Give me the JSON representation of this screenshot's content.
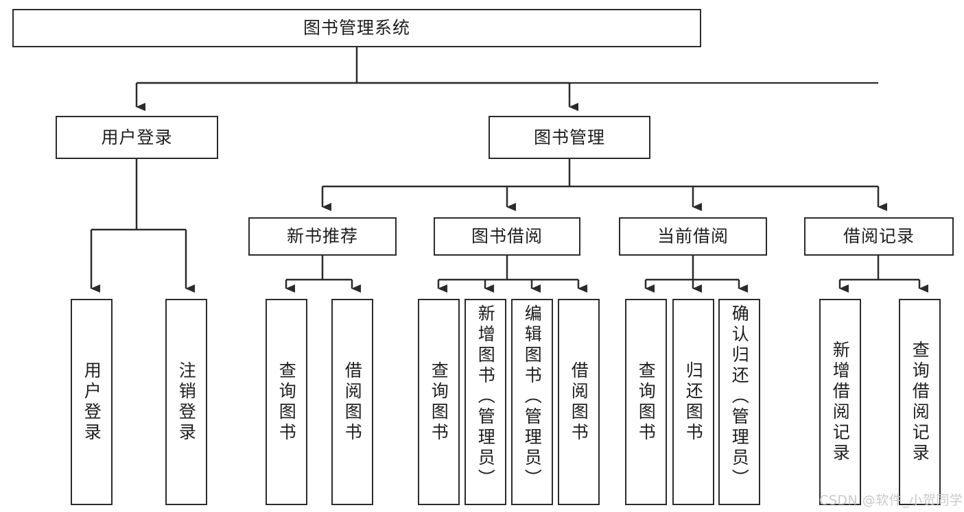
{
  "diagram": {
    "type": "tree",
    "title": "图书管理系统",
    "root": {
      "id": "root",
      "label": "图书管理系统"
    },
    "level2": [
      {
        "id": "user-login",
        "label": "用户登录"
      },
      {
        "id": "book-manage",
        "label": "图书管理"
      }
    ],
    "level3": [
      {
        "id": "new-book-recommend",
        "label": "新书推荐",
        "parent": "book-manage"
      },
      {
        "id": "book-borrow",
        "label": "图书借阅",
        "parent": "book-manage"
      },
      {
        "id": "current-borrow",
        "label": "当前借阅",
        "parent": "book-manage"
      },
      {
        "id": "borrow-record",
        "label": "借阅记录",
        "parent": "book-manage"
      }
    ],
    "leaves": [
      {
        "id": "leaf-user-login",
        "label": "用户登录",
        "parent": "user-login"
      },
      {
        "id": "leaf-logout-login",
        "label": "注销登录",
        "parent": "user-login"
      },
      {
        "id": "leaf-query-book-1",
        "label": "查询图书",
        "parent": "new-book-recommend"
      },
      {
        "id": "leaf-borrow-book-1",
        "label": "借阅图书",
        "parent": "new-book-recommend"
      },
      {
        "id": "leaf-query-book-2",
        "label": "查询图书",
        "parent": "book-borrow"
      },
      {
        "id": "leaf-add-book",
        "label": "新增图书（管理员）",
        "parent": "book-borrow"
      },
      {
        "id": "leaf-edit-book",
        "label": "编辑图书（管理员）",
        "parent": "book-borrow"
      },
      {
        "id": "leaf-borrow-book-2",
        "label": "借阅图书",
        "parent": "book-borrow"
      },
      {
        "id": "leaf-query-book-3",
        "label": "查询图书",
        "parent": "current-borrow"
      },
      {
        "id": "leaf-return-book",
        "label": "归还图书",
        "parent": "current-borrow"
      },
      {
        "id": "leaf-confirm-return",
        "label": "确认归还（管理员）",
        "parent": "current-borrow"
      },
      {
        "id": "leaf-add-record",
        "label": "新增借阅记录",
        "parent": "borrow-record"
      },
      {
        "id": "leaf-query-record",
        "label": "查询借阅记录",
        "parent": "borrow-record"
      }
    ],
    "colors": {
      "box_border": "#2b2b2b",
      "box_fill": "#ffffff",
      "edge": "#2b2b2b",
      "text": "#1d1d1d",
      "background": "#ffffff",
      "watermark": "#c9c9c9"
    }
  },
  "watermark": {
    "text": "CSDN @软件_小贺同学"
  }
}
